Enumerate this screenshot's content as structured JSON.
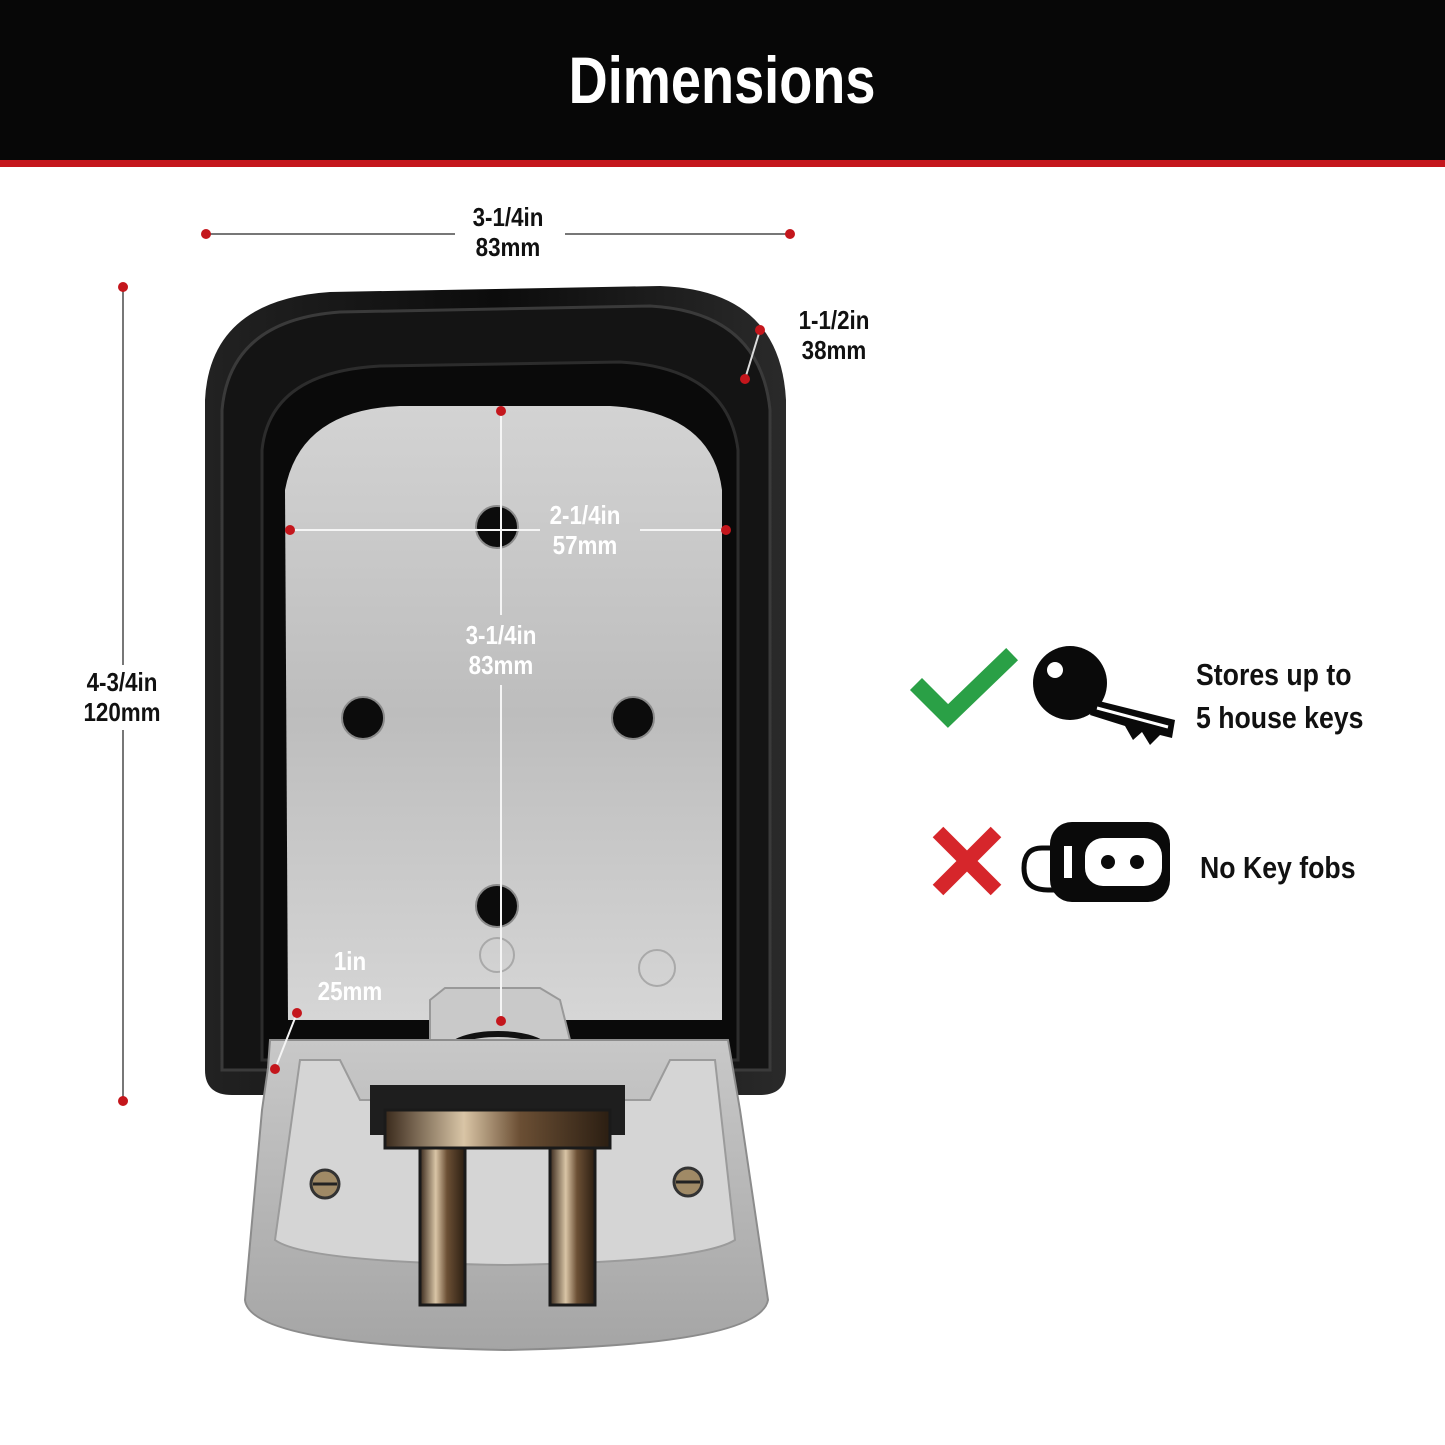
{
  "header": {
    "title": "Dimensions"
  },
  "dimensions": {
    "width": {
      "imperial": "3-1/4in",
      "metric": "83mm"
    },
    "depth": {
      "imperial": "1-1/2in",
      "metric": "38mm"
    },
    "height": {
      "imperial": "4-3/4in",
      "metric": "120mm"
    },
    "inner_width": {
      "imperial": "2-1/4in",
      "metric": "57mm"
    },
    "inner_height": {
      "imperial": "3-1/4in",
      "metric": "83mm"
    },
    "inner_depth": {
      "imperial": "1in",
      "metric": "25mm"
    }
  },
  "features": [
    {
      "status": "yes",
      "icon": "house-key-icon",
      "line1": "Stores up to",
      "line2": "5 house keys"
    },
    {
      "status": "no",
      "icon": "key-fob-icon",
      "line1": "No Key fobs"
    }
  ],
  "colors": {
    "accent": "#c4161c",
    "check": "#2aa046",
    "cross": "#d6262b",
    "header_bg": "#070707"
  }
}
